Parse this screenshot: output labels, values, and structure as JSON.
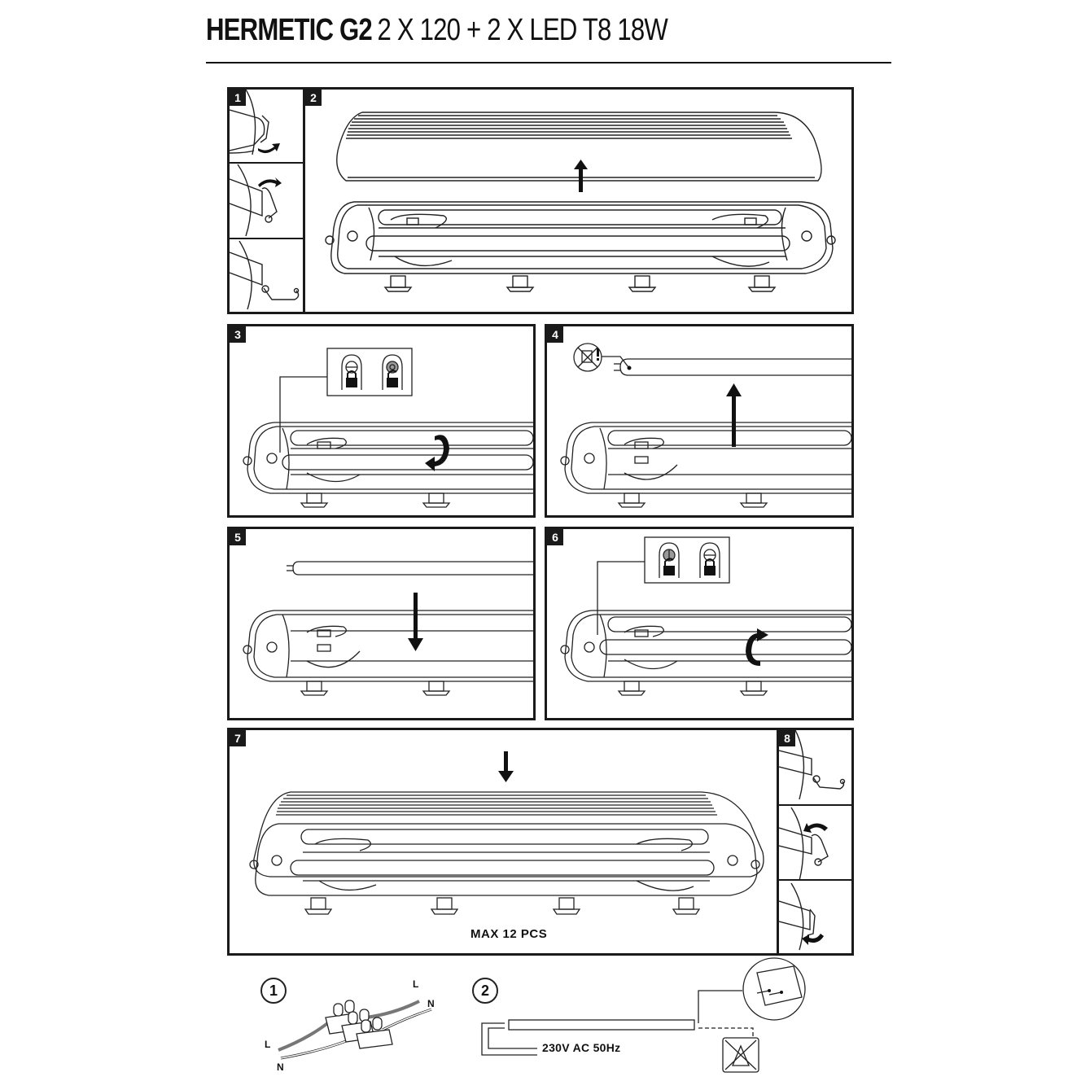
{
  "header": {
    "title_bold": "HERMETIC G2",
    "title_light": "2 X 120 + 2 X LED T8 18W"
  },
  "steps": [
    {
      "number": "1",
      "description": "open clip (3 sub-steps)"
    },
    {
      "number": "2",
      "description": "lift cover off housing"
    },
    {
      "number": "3",
      "description": "rotate fluorescent tube to unlock"
    },
    {
      "number": "4",
      "description": "remove tube; do not dispose in household waste"
    },
    {
      "number": "5",
      "description": "insert LED tube"
    },
    {
      "number": "6",
      "description": "rotate tube to lock"
    },
    {
      "number": "7",
      "description": "replace cover",
      "note": "MAX 12 PCS"
    },
    {
      "number": "8",
      "description": "close clip (3 sub-steps)"
    }
  ],
  "wiring": {
    "diagram1": {
      "number": "1",
      "labels": {
        "l_top": "L",
        "n_top": "N",
        "l_bottom": "L",
        "n_bottom": "N"
      }
    },
    "diagram2": {
      "number": "2",
      "voltage": "230V AC 50Hz"
    }
  },
  "colors": {
    "ink": "#1a1a1a",
    "paper": "#ffffff",
    "gray": "#8a8a8a"
  }
}
